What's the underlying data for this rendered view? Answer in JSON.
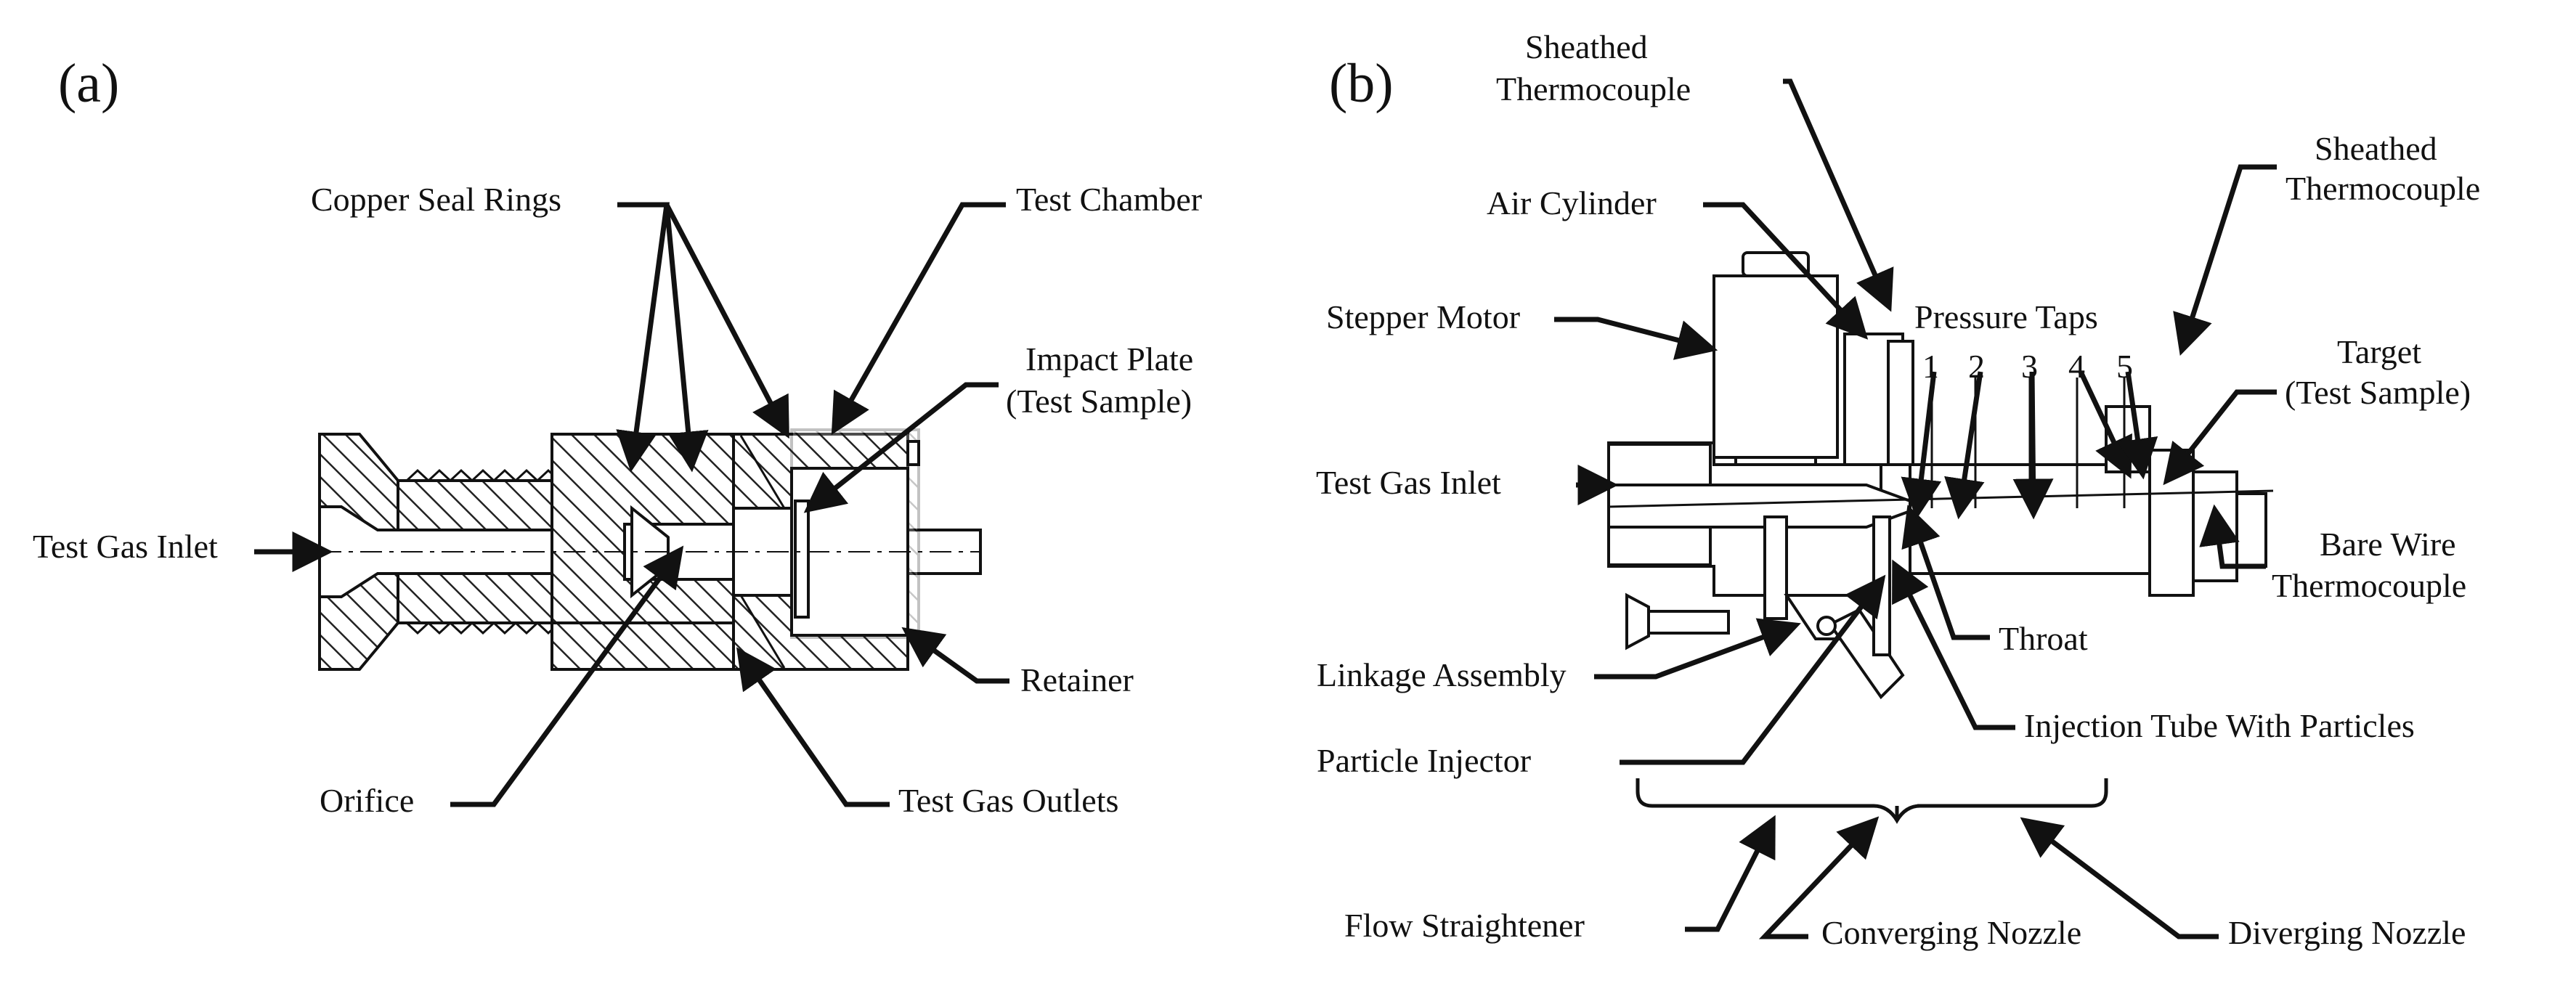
{
  "panels": {
    "a": {
      "label": "(a)",
      "labels": {
        "copper_seal_rings": "Copper Seal Rings",
        "test_chamber": "Test Chamber",
        "impact_plate_1": "Impact Plate",
        "impact_plate_2": "(Test Sample)",
        "test_gas_inlet": "Test Gas Inlet",
        "retainer": "Retainer",
        "orifice": "Orifice",
        "test_gas_outlets": "Test Gas Outlets"
      }
    },
    "b": {
      "label": "(b)",
      "labels": {
        "sheathed_tc_top_1": "Sheathed",
        "sheathed_tc_top_2": "Thermocouple",
        "air_cylinder": "Air Cylinder",
        "sheathed_tc_right_1": "Sheathed",
        "sheathed_tc_right_2": "Thermocouple",
        "stepper_motor": "Stepper Motor",
        "pressure_taps": "Pressure Taps",
        "tap_numbers": [
          "1",
          "2",
          "3",
          "4",
          "5"
        ],
        "target_1": "Target",
        "target_2": "(Test Sample)",
        "test_gas_inlet": "Test Gas Inlet",
        "bare_wire_tc_1": "Bare Wire",
        "bare_wire_tc_2": "Thermocouple",
        "throat": "Throat",
        "linkage_assembly": "Linkage Assembly",
        "injection_tube": "Injection Tube With Particles",
        "particle_injector": "Particle Injector",
        "flow_straightener": "Flow Straightener",
        "converging_nozzle": "Converging Nozzle",
        "diverging_nozzle": "Diverging Nozzle"
      }
    }
  }
}
